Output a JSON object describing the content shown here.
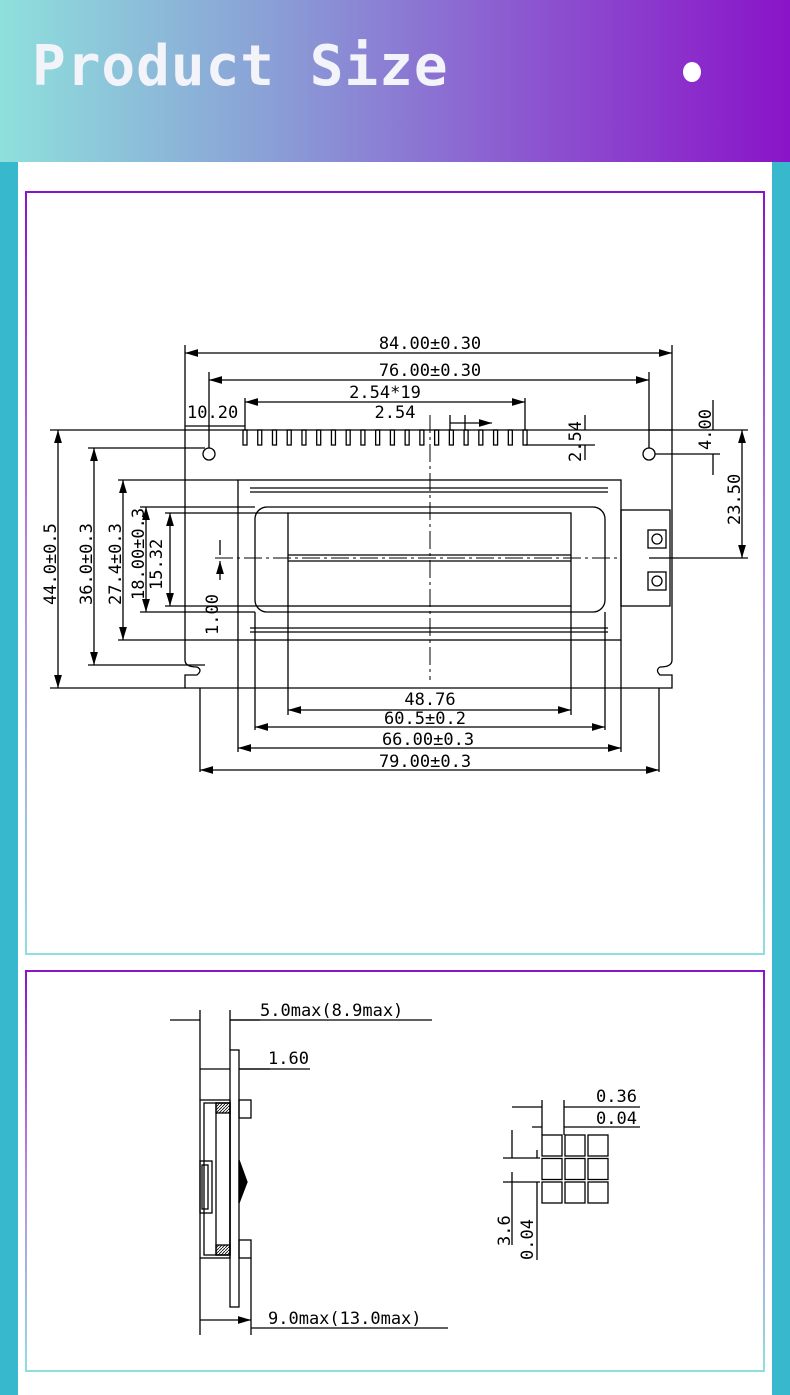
{
  "header": {
    "title": "Product Size"
  },
  "colors": {
    "gradient_start": "#8ee0dc",
    "gradient_end": "#8a14c8",
    "side_strip": "#38b8cc"
  },
  "front_view": {
    "top": {
      "overall_width": "84.00±0.30",
      "hole_spacing": "76.00±0.30",
      "pin_span": "2.54*19",
      "pin_pitch": "2.54",
      "pin_offset": "10.20"
    },
    "right": {
      "pin_height": "2.54",
      "hole_offset": "4.00",
      "center_offset": "23.50"
    },
    "left": {
      "overall_height": "44.0±0.5",
      "hole_spacing_v": "36.0±0.3",
      "bezel_height": "27.4±0.3",
      "view_area_height": "18.00±0.3",
      "active_height": "15.32",
      "gap": "1.00"
    },
    "bottom": {
      "active_width": "48.76",
      "view_area_width": "60.5±0.2",
      "bezel_width": "66.00±0.3",
      "pcb_width": "79.00±0.3"
    }
  },
  "side_view": {
    "thickness": "5.0max(8.9max)",
    "pcb_thickness": "1.60",
    "total_depth": "9.0max(13.0max)"
  },
  "dot_detail": {
    "dot_width": "0.36",
    "dot_gap_h": "0.04",
    "dot_height": "3.6",
    "dot_gap_v": "0.04"
  }
}
